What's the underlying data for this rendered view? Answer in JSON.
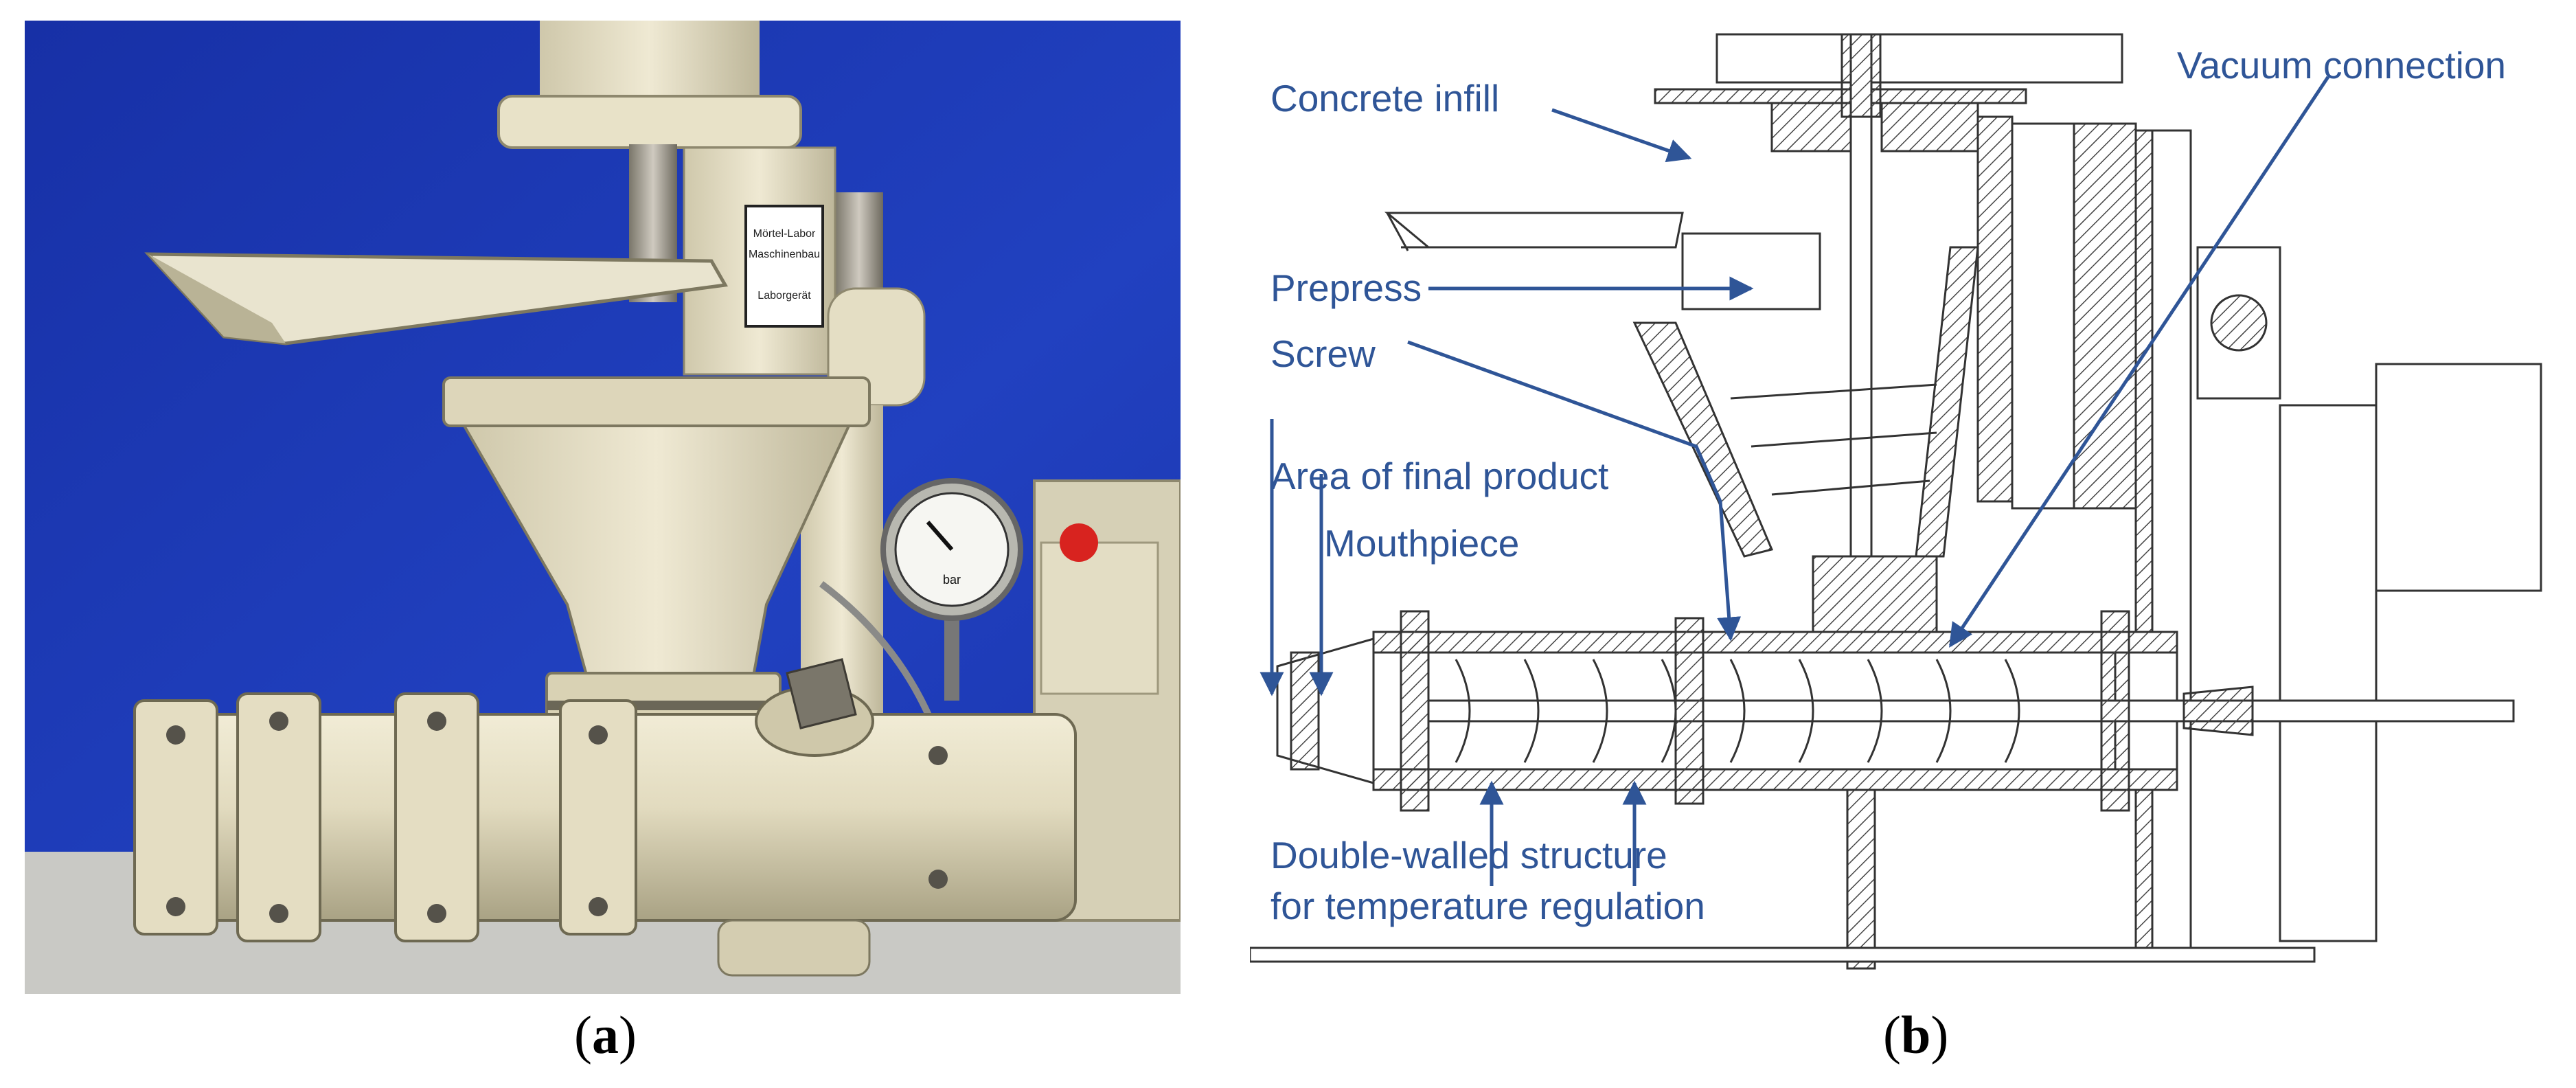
{
  "colors": {
    "label": "#2f5597",
    "photo_background": "#1e33b4",
    "machine": "#e6e0c6",
    "drawing_line": "#333333"
  },
  "panel_a": {
    "caption": {
      "open": "(",
      "letter": "a",
      "close": ")"
    },
    "gauge_text": "bar",
    "plate_lines": [
      "Mörtel-Labor",
      "Maschinenbau",
      "Laborgerät"
    ]
  },
  "panel_b": {
    "caption": {
      "open": "(",
      "letter": "b",
      "close": ")"
    },
    "labels": {
      "concrete_infill": "Concrete infill",
      "vacuum_connection": "Vacuum connection",
      "prepress": "Prepress",
      "screw": "Screw",
      "area_final_product": "Area of final product",
      "mouthpiece": "Mouthpiece",
      "double_walled_line1": "Double-walled structure",
      "double_walled_line2": "for temperature regulation"
    }
  }
}
